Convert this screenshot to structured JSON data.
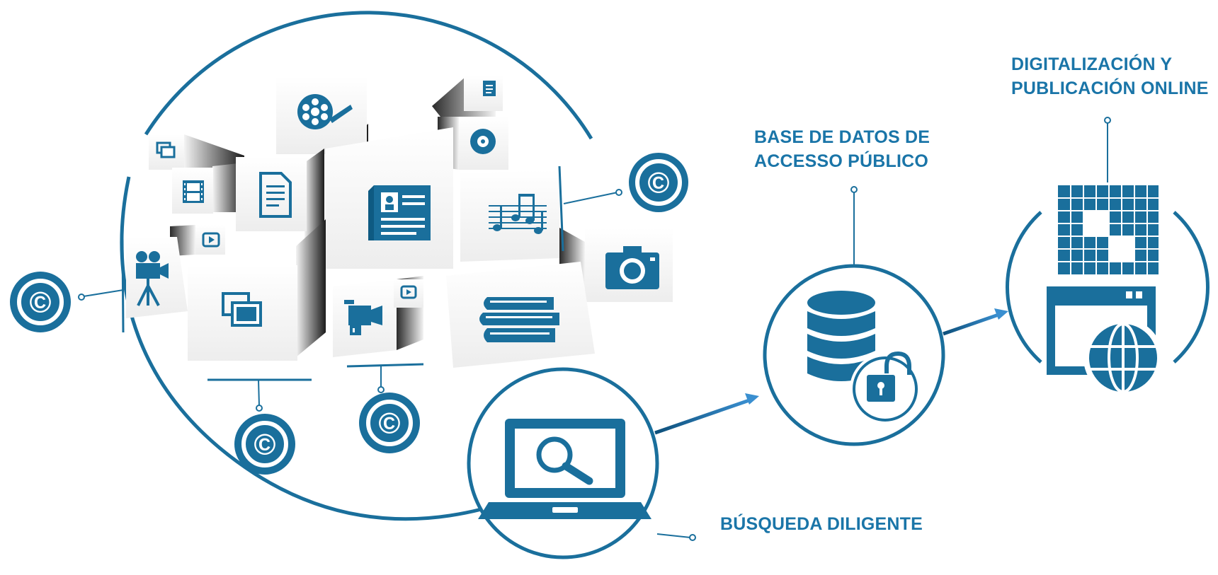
{
  "accent_color": "#1a6f9c",
  "label_color": "#1a75a8",
  "labels": {
    "database": {
      "line1": "BASE DE DATOS DE",
      "line2": "ACCESSO PÚBLICO"
    },
    "digitization": {
      "line1": "DIGITALIZACIÓN  Y",
      "line2": "PUBLICACIÓN ONLINE"
    },
    "search": "BÚSQUEDA DILIGENTE"
  },
  "copyright_symbol": "©",
  "icons": [
    "film-reel-icon",
    "document-icon",
    "copy-icon",
    "cd-icon",
    "film-strip-icon",
    "text-document-icon",
    "newspaper-icon",
    "music-notes-icon",
    "video-play-icon",
    "movie-camera-icon",
    "photo-stack-icon",
    "camcorder-icon",
    "camera-icon",
    "books-icon",
    "laptop-search-icon",
    "database-unlocked-icon",
    "mosaic-image-icon",
    "web-globe-icon"
  ]
}
